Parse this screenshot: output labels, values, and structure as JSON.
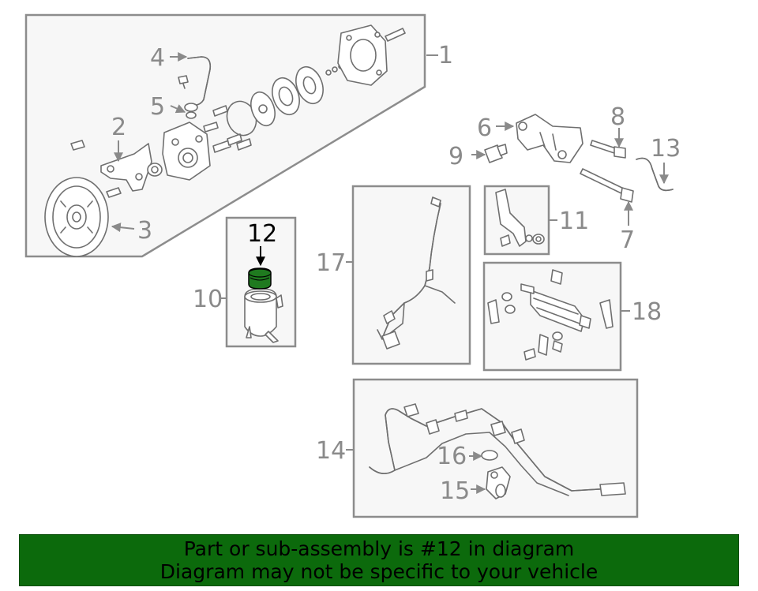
{
  "diagram": {
    "callouts": {
      "c1": "1",
      "c2": "2",
      "c3": "3",
      "c4": "4",
      "c5": "5",
      "c6": "6",
      "c7": "7",
      "c8": "8",
      "c9": "9",
      "c10": "10",
      "c11": "11",
      "c12": "12",
      "c13": "13",
      "c14": "14",
      "c15": "15",
      "c16": "16",
      "c17": "17",
      "c18": "18"
    },
    "highlight_part": "12",
    "highlight_color": "#1f7a1f"
  },
  "banner": {
    "line1": "Part or sub-assembly is #12 in diagram",
    "line2": "Diagram may not be specific to your vehicle",
    "background_color": "#0c6a0c"
  }
}
